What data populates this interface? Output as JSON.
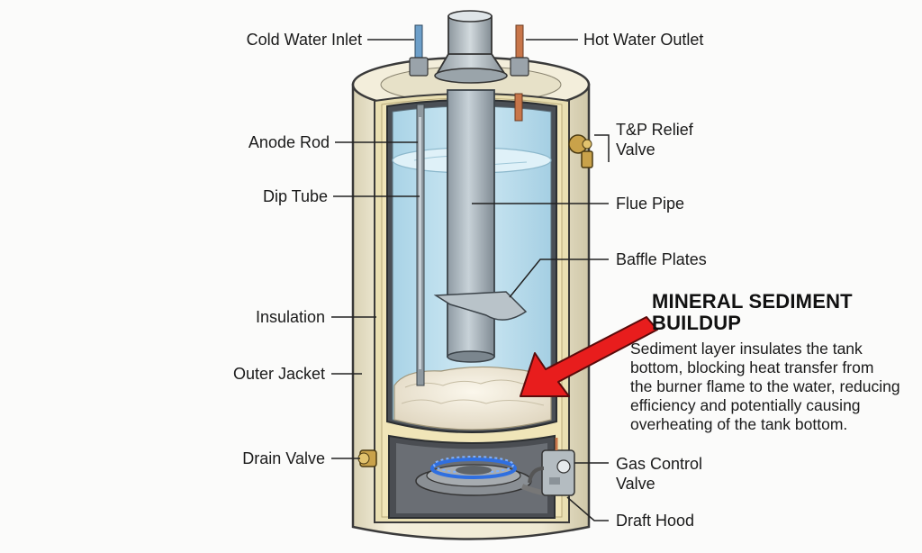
{
  "labels": {
    "cold_water_inlet": "Cold Water Inlet",
    "hot_water_outlet": "Hot Water Outlet",
    "anode_rod": "Anode Rod",
    "tp_relief_valve": [
      "T&P Relief",
      "Valve"
    ],
    "dip_tube": "Dip Tube",
    "flue_pipe": "Flue Pipe",
    "baffle_plates": "Baffle Plates",
    "insulation": "Insulation",
    "outer_jacket": "Outer Jacket",
    "drain_valve": "Drain Valve",
    "gas_control_valve": [
      "Gas Control",
      "Valve"
    ],
    "draft_hood": "Draft Hood"
  },
  "callout": {
    "title": [
      "MINERAL SEDIMENT",
      "BUILDUP"
    ],
    "body": [
      "Sediment layer insulates the tank",
      "bottom, blocking heat transfer from",
      "the burner flame to the water, reducing",
      "efficiency and potentially causing",
      "overheating of the tank bottom."
    ]
  },
  "colors": {
    "jacket": "#efe9d2",
    "water": "#bfe0ee",
    "sediment": "#efe8d8",
    "arrow": "#e81d1d",
    "flame": "#2f6fe0",
    "hot_pipe": "#c8764a",
    "cold_pipe": "#6d9fc9"
  }
}
